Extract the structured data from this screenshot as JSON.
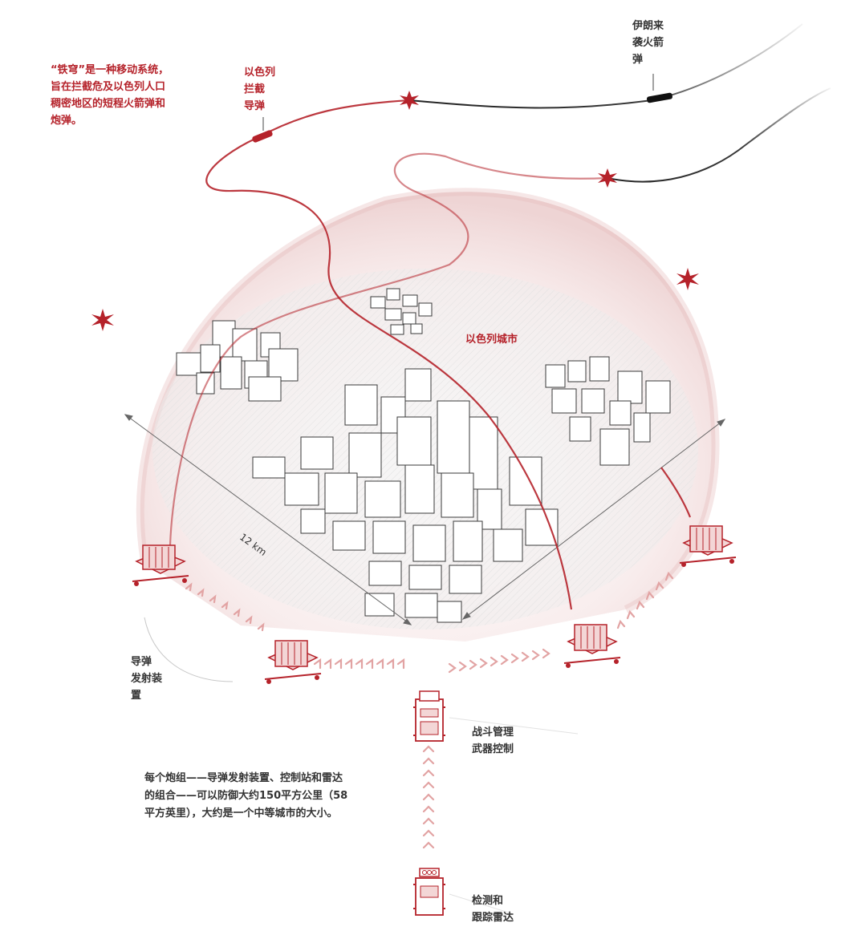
{
  "labels": {
    "intro": "“铁穹”是一种移动系统，旨在拦截危及以色列人口稠密地区的短程火箭弹和炮弹。",
    "interceptor": "以色列\n拦截\n导弹",
    "iran_rocket": "伊朗来\n袭火箭\n弹",
    "city": "以色列城市",
    "distance": "12 km",
    "launcher": "导弹\n发射装\n置",
    "control": "战斗管理\n武器控制",
    "battery_note": "每个炮组——导弹发射装置、控制站和雷达的组合——可以防御大约150平方公里（58平方英里），大约是一个中等城市的大小。",
    "radar": "检测和\n跟踪雷达"
  },
  "colors": {
    "accent_red": "#b5222a",
    "text_dark": "#333333",
    "dome_tint": "#f3dede"
  },
  "icons": [
    "explosion-icon",
    "launcher-icon",
    "control-station-icon",
    "radar-icon"
  ]
}
